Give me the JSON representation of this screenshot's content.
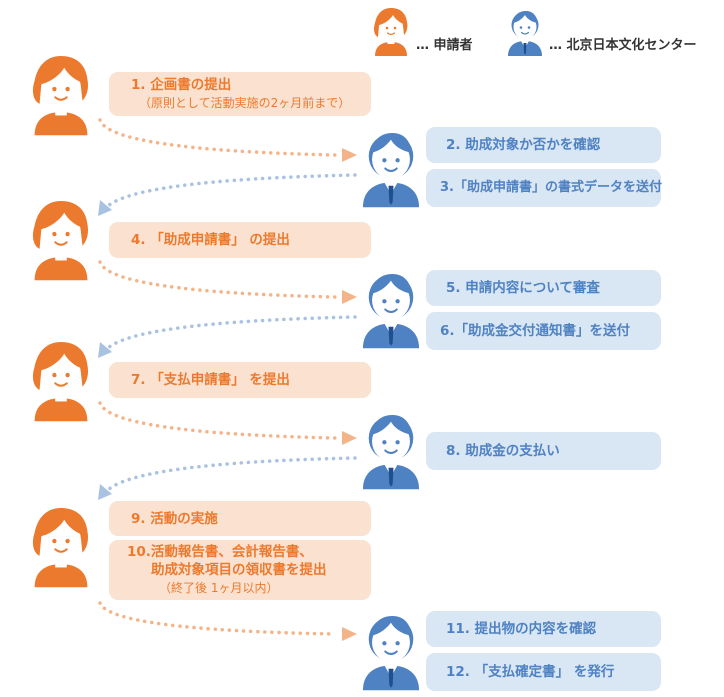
{
  "legend": {
    "applicant_label": "… 申請者",
    "center_label": "… 北京日本文化センター"
  },
  "colors": {
    "applicant": "#ec7a2e",
    "applicant_box": "#fbe1cf",
    "center": "#4f82c2",
    "center_box": "#d9e6f4",
    "arrow_orange": "#f3b48a",
    "arrow_blue": "#a9c2e2"
  },
  "steps": {
    "s1": {
      "title": "1. 企画書の提出",
      "note": "（原則として活動実施の2ヶ月前まで）"
    },
    "s2": {
      "title": "2. 助成対象か否かを確認"
    },
    "s3": {
      "title": "3.「助成申請書」の書式データを送付"
    },
    "s4": {
      "title": "4. 「助成申請書」 の提出"
    },
    "s5": {
      "title": "5. 申請内容について審査"
    },
    "s6": {
      "title": "6.「助成金交付通知書」を送付"
    },
    "s7": {
      "title": "7. 「支払申請書」 を提出"
    },
    "s8": {
      "title": "8. 助成金の支払い"
    },
    "s9": {
      "title": "9. 活動の実施"
    },
    "s10": {
      "line1": "10.活動報告書、会計報告書、",
      "line2": "助成対象項目の領収書を提出",
      "note": "（終了後 1ヶ月以内）"
    },
    "s11": {
      "title": "11. 提出物の内容を確認"
    },
    "s12": {
      "title": "12. 「支払確定書」 を発行"
    }
  }
}
